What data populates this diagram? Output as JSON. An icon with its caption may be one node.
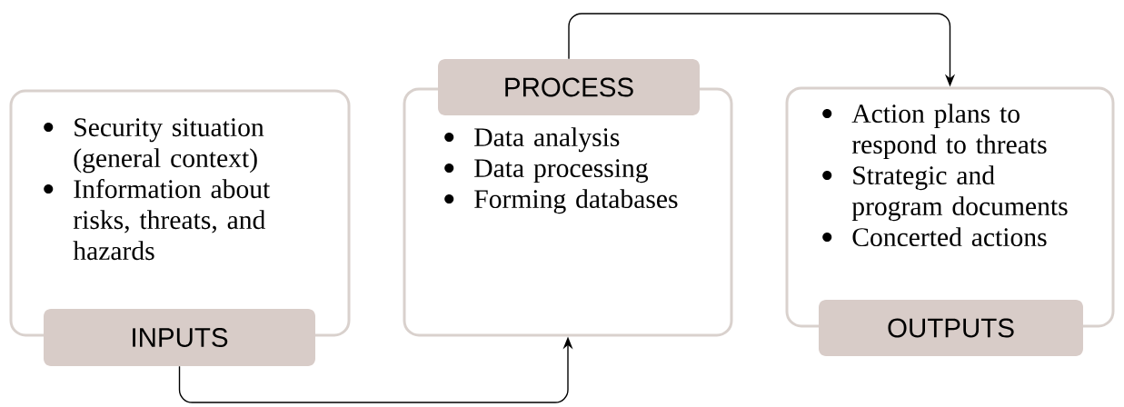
{
  "diagram": {
    "nodes": [
      {
        "text": [
          "Security situation (general context)",
          "Information about risks, threats, and hazards"
        ]
      },
      {
        "text": [
          "INPUTS"
        ]
      },
      {
        "text": [
          "PROCESS"
        ]
      },
      {
        "text": [
          "Data analysis",
          "Data processing",
          "Forming databases"
        ]
      },
      {
        "text": [
          "Action plans to respond to threats",
          "Strategic and program documents",
          "Concerted actions"
        ]
      },
      {
        "text": [
          "OUTPUTS"
        ]
      }
    ],
    "edges": [
      {
        "from": 1,
        "to": 3,
        "arrow": "to"
      },
      {
        "from": 2,
        "to": 4,
        "arrow": "to"
      }
    ]
  }
}
